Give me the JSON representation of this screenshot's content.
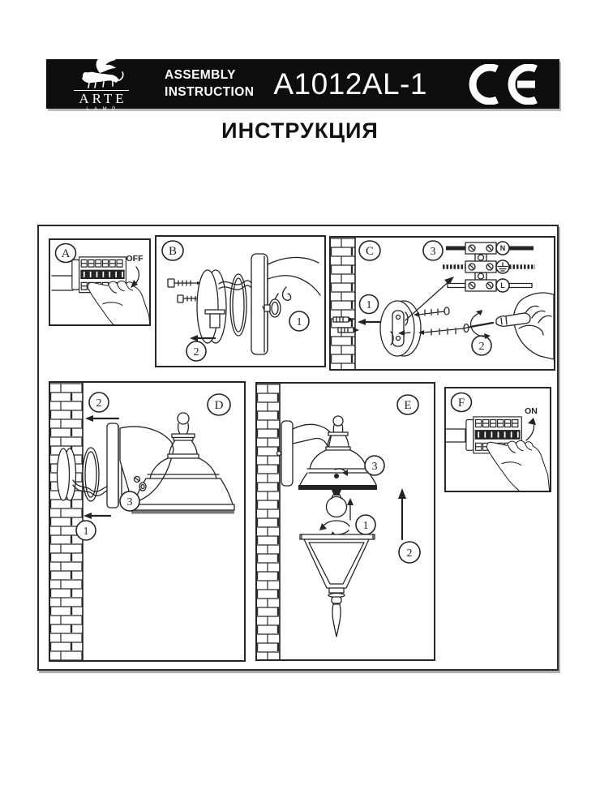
{
  "header": {
    "logo": {
      "brand": "ARTE",
      "brand_sub": "LAMP"
    },
    "doc_type": {
      "line1": "ASSEMBLY",
      "line2": "INSTRUCTION"
    },
    "model": "A1012AL-1",
    "ce_mark": "CE"
  },
  "title": "ИНСТРУКЦИЯ",
  "panels": {
    "a": {
      "label": "A",
      "switch_state": "OFF"
    },
    "b": {
      "label": "B",
      "step1": "1",
      "step2": "2"
    },
    "c": {
      "label": "C",
      "step1": "1",
      "step2": "2",
      "step3": "3",
      "terminal_n": "N",
      "terminal_l": "L"
    },
    "d": {
      "label": "D",
      "step1": "1",
      "step2": "2",
      "step3": "3"
    },
    "e": {
      "label": "E",
      "step1": "1",
      "step2": "2",
      "step3": "3"
    },
    "f": {
      "label": "F",
      "switch_state": "ON"
    }
  },
  "colors": {
    "ink": "#242424",
    "paper": "#ffffff",
    "header_bg": "#0d0d0d",
    "header_text": "#ffffff"
  }
}
